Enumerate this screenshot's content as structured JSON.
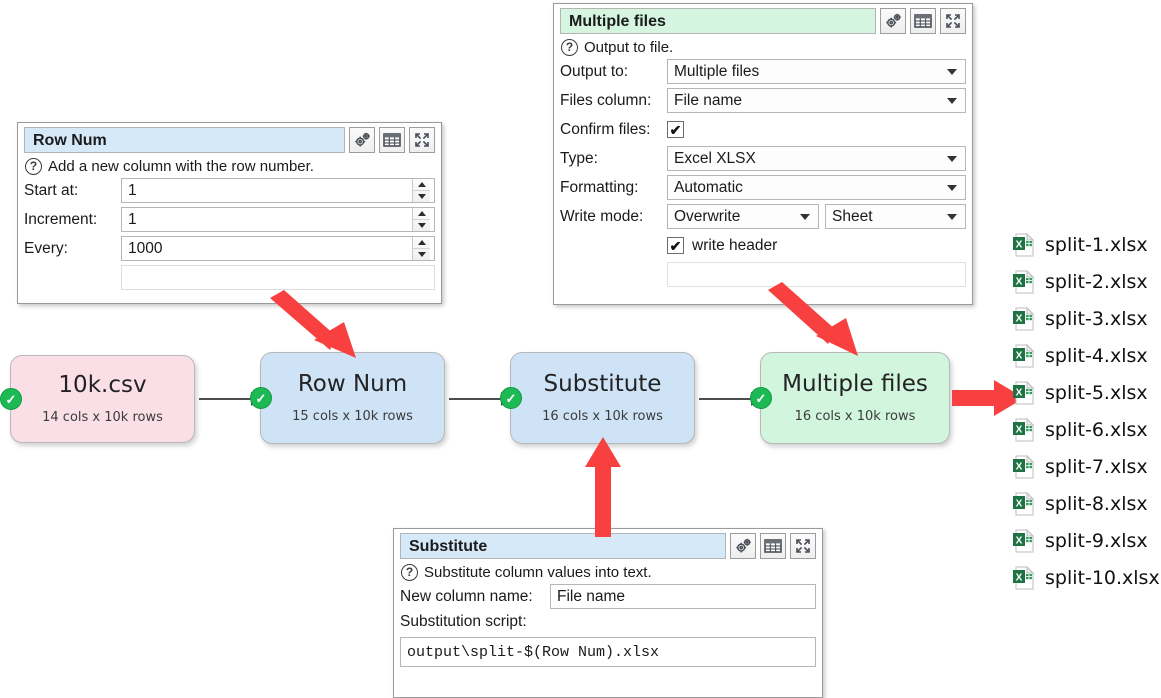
{
  "panels": [
    {
      "id": "row-num",
      "title": "Row Num",
      "title_style": "blue",
      "hint": "Add a new column with the row number.",
      "toolbar_icons": [
        "gears-icon",
        "table-icon",
        "expand-icon"
      ],
      "fields": [
        {
          "label": "Start at:",
          "value": "1",
          "kind": "spinner"
        },
        {
          "label": "Increment:",
          "value": "1",
          "kind": "spinner"
        },
        {
          "label": "Every:",
          "value": "1000",
          "kind": "spinner"
        }
      ]
    },
    {
      "id": "multiple-files",
      "title": "Multiple files",
      "title_style": "green",
      "hint": "Output to file.",
      "toolbar_icons": [
        "gears-icon",
        "table-icon",
        "expand-icon"
      ],
      "fields": [
        {
          "label": "Output to:",
          "value": "Multiple files",
          "kind": "combo"
        },
        {
          "label": "Files column:",
          "value": "File name",
          "kind": "combo"
        },
        {
          "label": "Confirm files:",
          "value": "✔",
          "kind": "checkbox"
        },
        {
          "label": "Type:",
          "value": "Excel XLSX",
          "kind": "combo"
        },
        {
          "label": "Formatting:",
          "value": "Automatic",
          "kind": "combo"
        },
        {
          "label": "Write mode:",
          "value": "Overwrite",
          "value2": "Sheet",
          "kind": "combo2"
        },
        {
          "label": "",
          "value": "write header",
          "kind": "checkbox-label",
          "checked": "✔"
        }
      ]
    },
    {
      "id": "substitute",
      "title": "Substitute",
      "title_style": "blue",
      "hint": "Substitute column values into text.",
      "toolbar_icons": [
        "gears-icon",
        "table-icon",
        "expand-icon"
      ],
      "fields": [
        {
          "label": "New column name:",
          "value": "File name",
          "kind": "text"
        },
        {
          "label": "Substitution script:",
          "value": "",
          "kind": "caption"
        },
        {
          "label": "",
          "value": "output\\split-$(Row Num).xlsx",
          "kind": "script"
        }
      ]
    }
  ],
  "flow": {
    "nodes": [
      {
        "name": "10k.csv",
        "sub": "14 cols x 10k rows",
        "color": "pink",
        "status": "ok"
      },
      {
        "name": "Row Num",
        "sub": "15 cols x 10k rows",
        "color": "blue",
        "status": "ok"
      },
      {
        "name": "Substitute",
        "sub": "16 cols x 10k rows",
        "color": "blue",
        "status": "ok"
      },
      {
        "name": "Multiple files",
        "sub": "16 cols x 10k rows",
        "color": "green",
        "status": "ok"
      }
    ],
    "status_glyph": "✓"
  },
  "output_files": [
    {
      "name": "split-1.xlsx",
      "icon": "excel-file-icon"
    },
    {
      "name": "split-2.xlsx",
      "icon": "excel-file-icon"
    },
    {
      "name": "split-3.xlsx",
      "icon": "excel-file-icon"
    },
    {
      "name": "split-4.xlsx",
      "icon": "excel-file-icon"
    },
    {
      "name": "split-5.xlsx",
      "icon": "excel-file-icon"
    },
    {
      "name": "split-6.xlsx",
      "icon": "excel-file-icon"
    },
    {
      "name": "split-7.xlsx",
      "icon": "excel-file-icon"
    },
    {
      "name": "split-8.xlsx",
      "icon": "excel-file-icon"
    },
    {
      "name": "split-9.xlsx",
      "icon": "excel-file-icon"
    },
    {
      "name": "split-10.xlsx",
      "icon": "excel-file-icon"
    }
  ],
  "colors": {
    "annotation_arrow": "#f94040",
    "node_pink": "#fadfe7",
    "node_blue": "#cfe3f7",
    "node_green": "#d2f5de",
    "status_ok": "#1db954",
    "title_blue": "#d6e9f8",
    "title_green": "#d5f5e0",
    "excel_green": "#1f7244"
  }
}
